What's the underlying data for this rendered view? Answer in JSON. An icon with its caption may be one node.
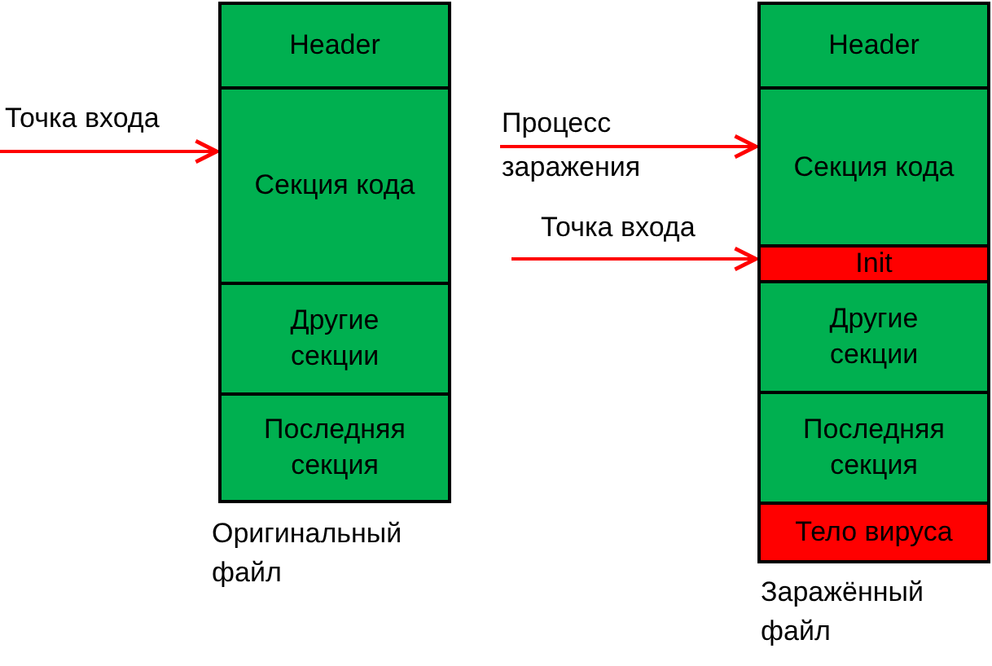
{
  "diagram": {
    "nodes": [
      {
        "text": [
          "Header"
        ]
      },
      {
        "text": [
          "Секция кода"
        ]
      },
      {
        "text": [
          "Другие секции"
        ]
      },
      {
        "text": [
          "Последняя секция"
        ]
      },
      {
        "text": [
          "Header"
        ]
      },
      {
        "text": [
          "Секция кода"
        ]
      },
      {
        "text": [
          "Init"
        ]
      },
      {
        "text": [
          "Другие секции"
        ]
      },
      {
        "text": [
          "Последняя секция"
        ]
      },
      {
        "text": [
          "Тело вируса"
        ]
      }
    ],
    "edges": [
      {
        "from": null,
        "to": 1,
        "arrow": "to",
        "label": "Точка входа",
        "color": "#ff0000"
      },
      {
        "from": null,
        "to": 5,
        "arrow": "to",
        "label": "Процесс заражения",
        "color": "#ff0000"
      },
      {
        "from": null,
        "to": 6,
        "arrow": "to",
        "label": "Точка входа",
        "color": "#ff0000"
      }
    ],
    "labels": [
      "Оригинальный файл",
      "Заражённый файл"
    ]
  }
}
